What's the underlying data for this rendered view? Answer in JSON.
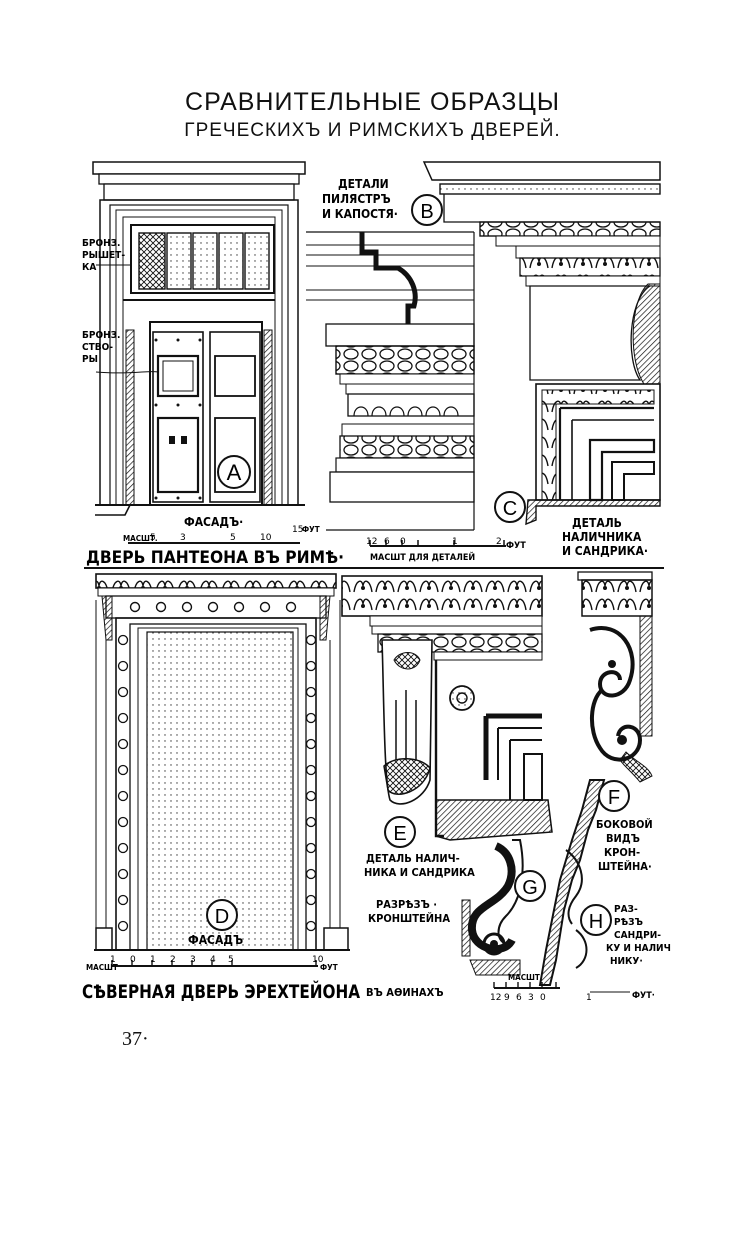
{
  "header": {
    "title": "СРАВНИТЕЛЬНЫЕ ОБРАЗЦЫ",
    "subtitle": "ГРЕЧЕСКИХЪ И РИМСКИХЪ ДВЕРЕЙ."
  },
  "panel_a": {
    "letter": "A",
    "side_label_1": [
      "БРОНЗ.",
      "РЫШЕТ-",
      "КА"
    ],
    "side_label_2": [
      "БРОНЗ.",
      "СТВО-",
      "РЫ"
    ],
    "facade_label": "ФАСАДЪ·",
    "scale_label": "МАСШТ.",
    "scale_ticks": [
      "5",
      "3",
      "5",
      "10",
      "15"
    ],
    "scale_unit": "ФУТ",
    "caption": "ДВЕРЬ ПАНТЕОНА ВЪ РИМѢ·"
  },
  "panel_b": {
    "letter": "B",
    "label": [
      "ДЕТАЛИ",
      "ПИЛЯСТРЪ",
      "И КАПОСТЯ·"
    ],
    "scale_ticks": [
      "12",
      "6",
      "0",
      "1",
      "2"
    ],
    "scale_unit": "ФУТ",
    "scale_caption": "МАСШТ ДЛЯ ДЕТАЛЕЙ"
  },
  "panel_c": {
    "letter": "C",
    "label": [
      "ДЕТАЛЬ",
      "НАЛИЧНИКА",
      "И САНДРИКА·"
    ]
  },
  "panel_d": {
    "letter": "D",
    "facade_label": "ФАСАДЪ",
    "scale_label": "МАСШТ",
    "scale_ticks": [
      "1",
      "0",
      "1",
      "2",
      "3",
      "4",
      "5",
      "10"
    ],
    "scale_unit": "ФУТ",
    "caption_main": "СѢВЕРНАЯ ДВЕРЬ ЭРЕХТЕЙОНА",
    "caption_small": "ВЪ АѲИНАХЪ"
  },
  "panel_e": {
    "letter": "E",
    "label": [
      "ДЕТАЛЬ НАЛИЧ-",
      "НИКА И САНДРИКА"
    ]
  },
  "panel_f": {
    "letter": "F",
    "label": [
      "БОКОВОЙ",
      "ВИДЪ",
      "КРОН-",
      "ШТЕЙНА·"
    ]
  },
  "panel_g": {
    "letter": "G",
    "label": [
      "РАЗРѢЗЪ ·",
      "КРОНШТЕЙНА"
    ]
  },
  "panel_h": {
    "letter": "H",
    "label": [
      "РАЗ-",
      "РѢЗЪ",
      "САНДРИ-",
      "КУ И НАЛИЧ",
      "НИКУ·"
    ],
    "scale_label": "МАСШТ",
    "scale_ticks": [
      "12",
      "9",
      "6",
      "3",
      "0",
      "1"
    ],
    "scale_unit": "ФУТ·"
  },
  "footer": {
    "page_number": "37·"
  }
}
